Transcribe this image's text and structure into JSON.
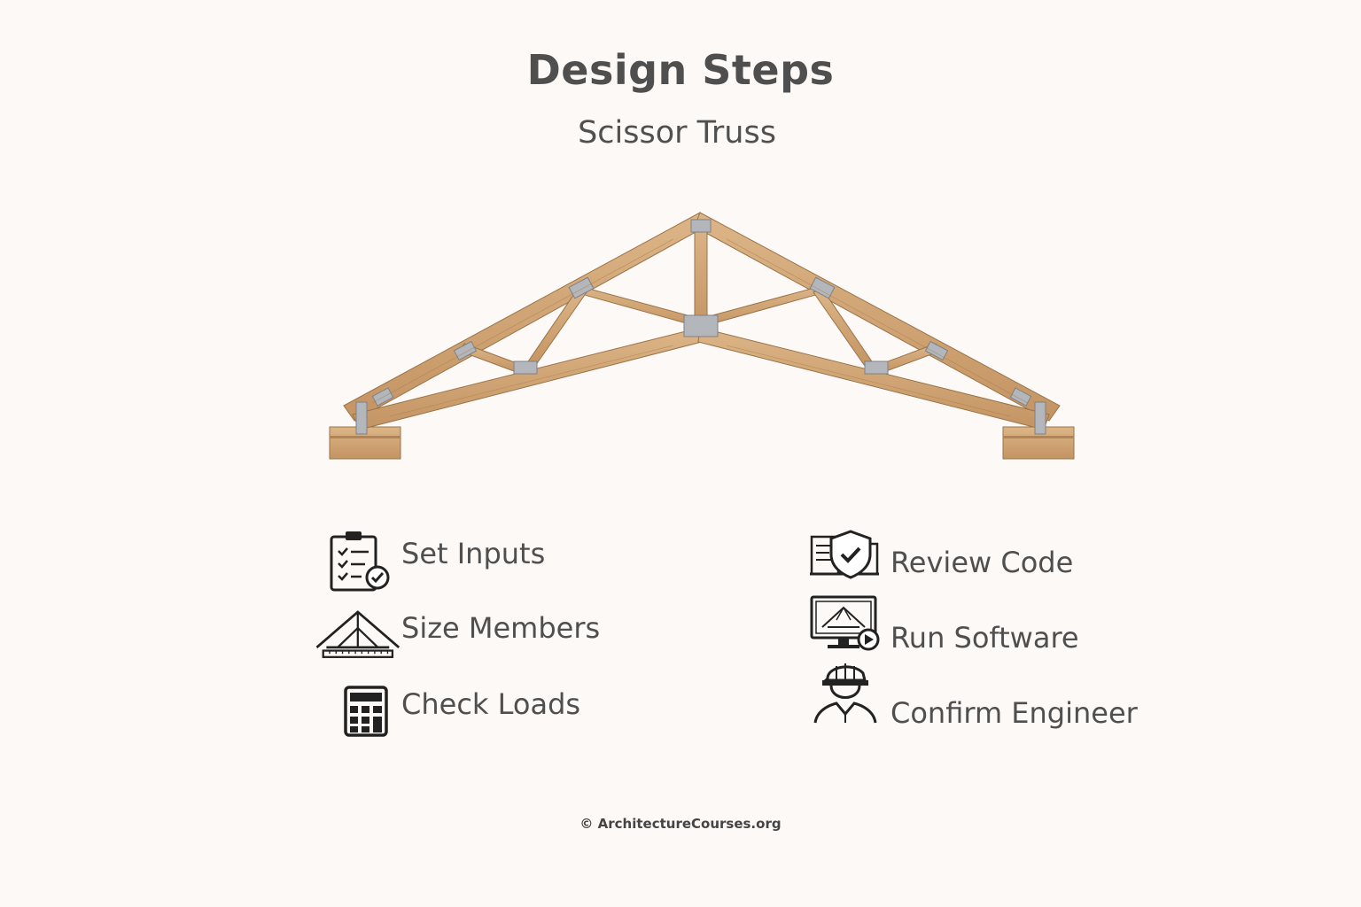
{
  "header": {
    "title": "Design Steps",
    "subtitle": "Scissor Truss"
  },
  "steps": {
    "left": [
      {
        "label": "Set Inputs",
        "icon": "clipboard-checklist-icon"
      },
      {
        "label": "Size Members",
        "icon": "truss-ruler-icon"
      },
      {
        "label": "Check Loads",
        "icon": "calculator-icon"
      }
    ],
    "right": [
      {
        "label": "Review Code",
        "icon": "document-shield-check-icon"
      },
      {
        "label": "Run Software",
        "icon": "monitor-truss-software-icon"
      },
      {
        "label": "Confirm Engineer",
        "icon": "engineer-hardhat-icon"
      }
    ]
  },
  "footer": {
    "credit": "© ArchitectureCourses.org"
  },
  "colors": {
    "background": "#fdf9f6",
    "text": "#505050",
    "wood": "#d2a877",
    "wood_dark": "#b98b58",
    "plate": "#a9adb3"
  }
}
